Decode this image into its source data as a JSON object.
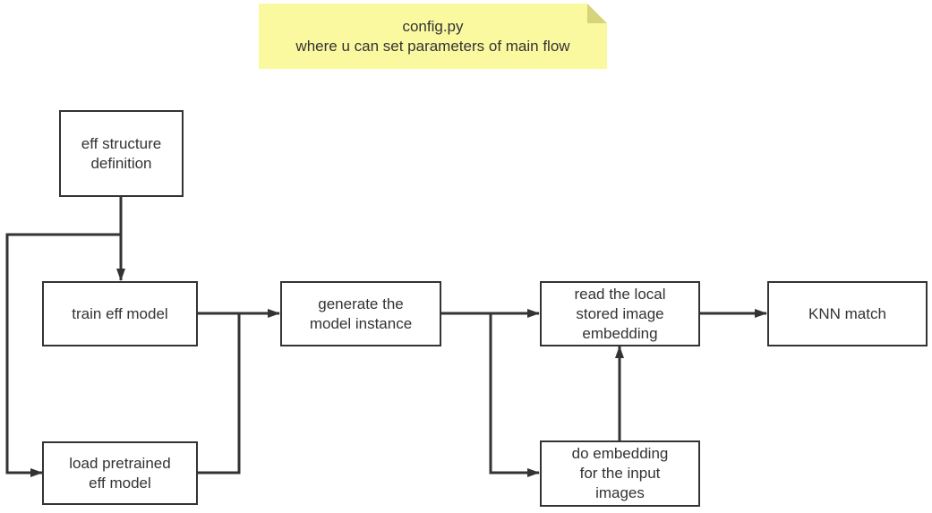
{
  "note": {
    "label": "config.py\nwhere u can set parameters of  main flow",
    "fill": "#fbf9a0"
  },
  "nodes": {
    "eff_structure": "eff structure\ndefinition",
    "train_model": "train eff model",
    "load_pretrained": "load pretrained\neff model",
    "generate_instance": "generate the\nmodel instance",
    "read_embedding": "read the local\nstored image\nembedding",
    "do_embedding": "do embedding\nfor the input\nimages",
    "knn_match": "KNN match"
  },
  "colors": {
    "line": "#333333",
    "box_border": "#333333",
    "text": "#333333"
  }
}
